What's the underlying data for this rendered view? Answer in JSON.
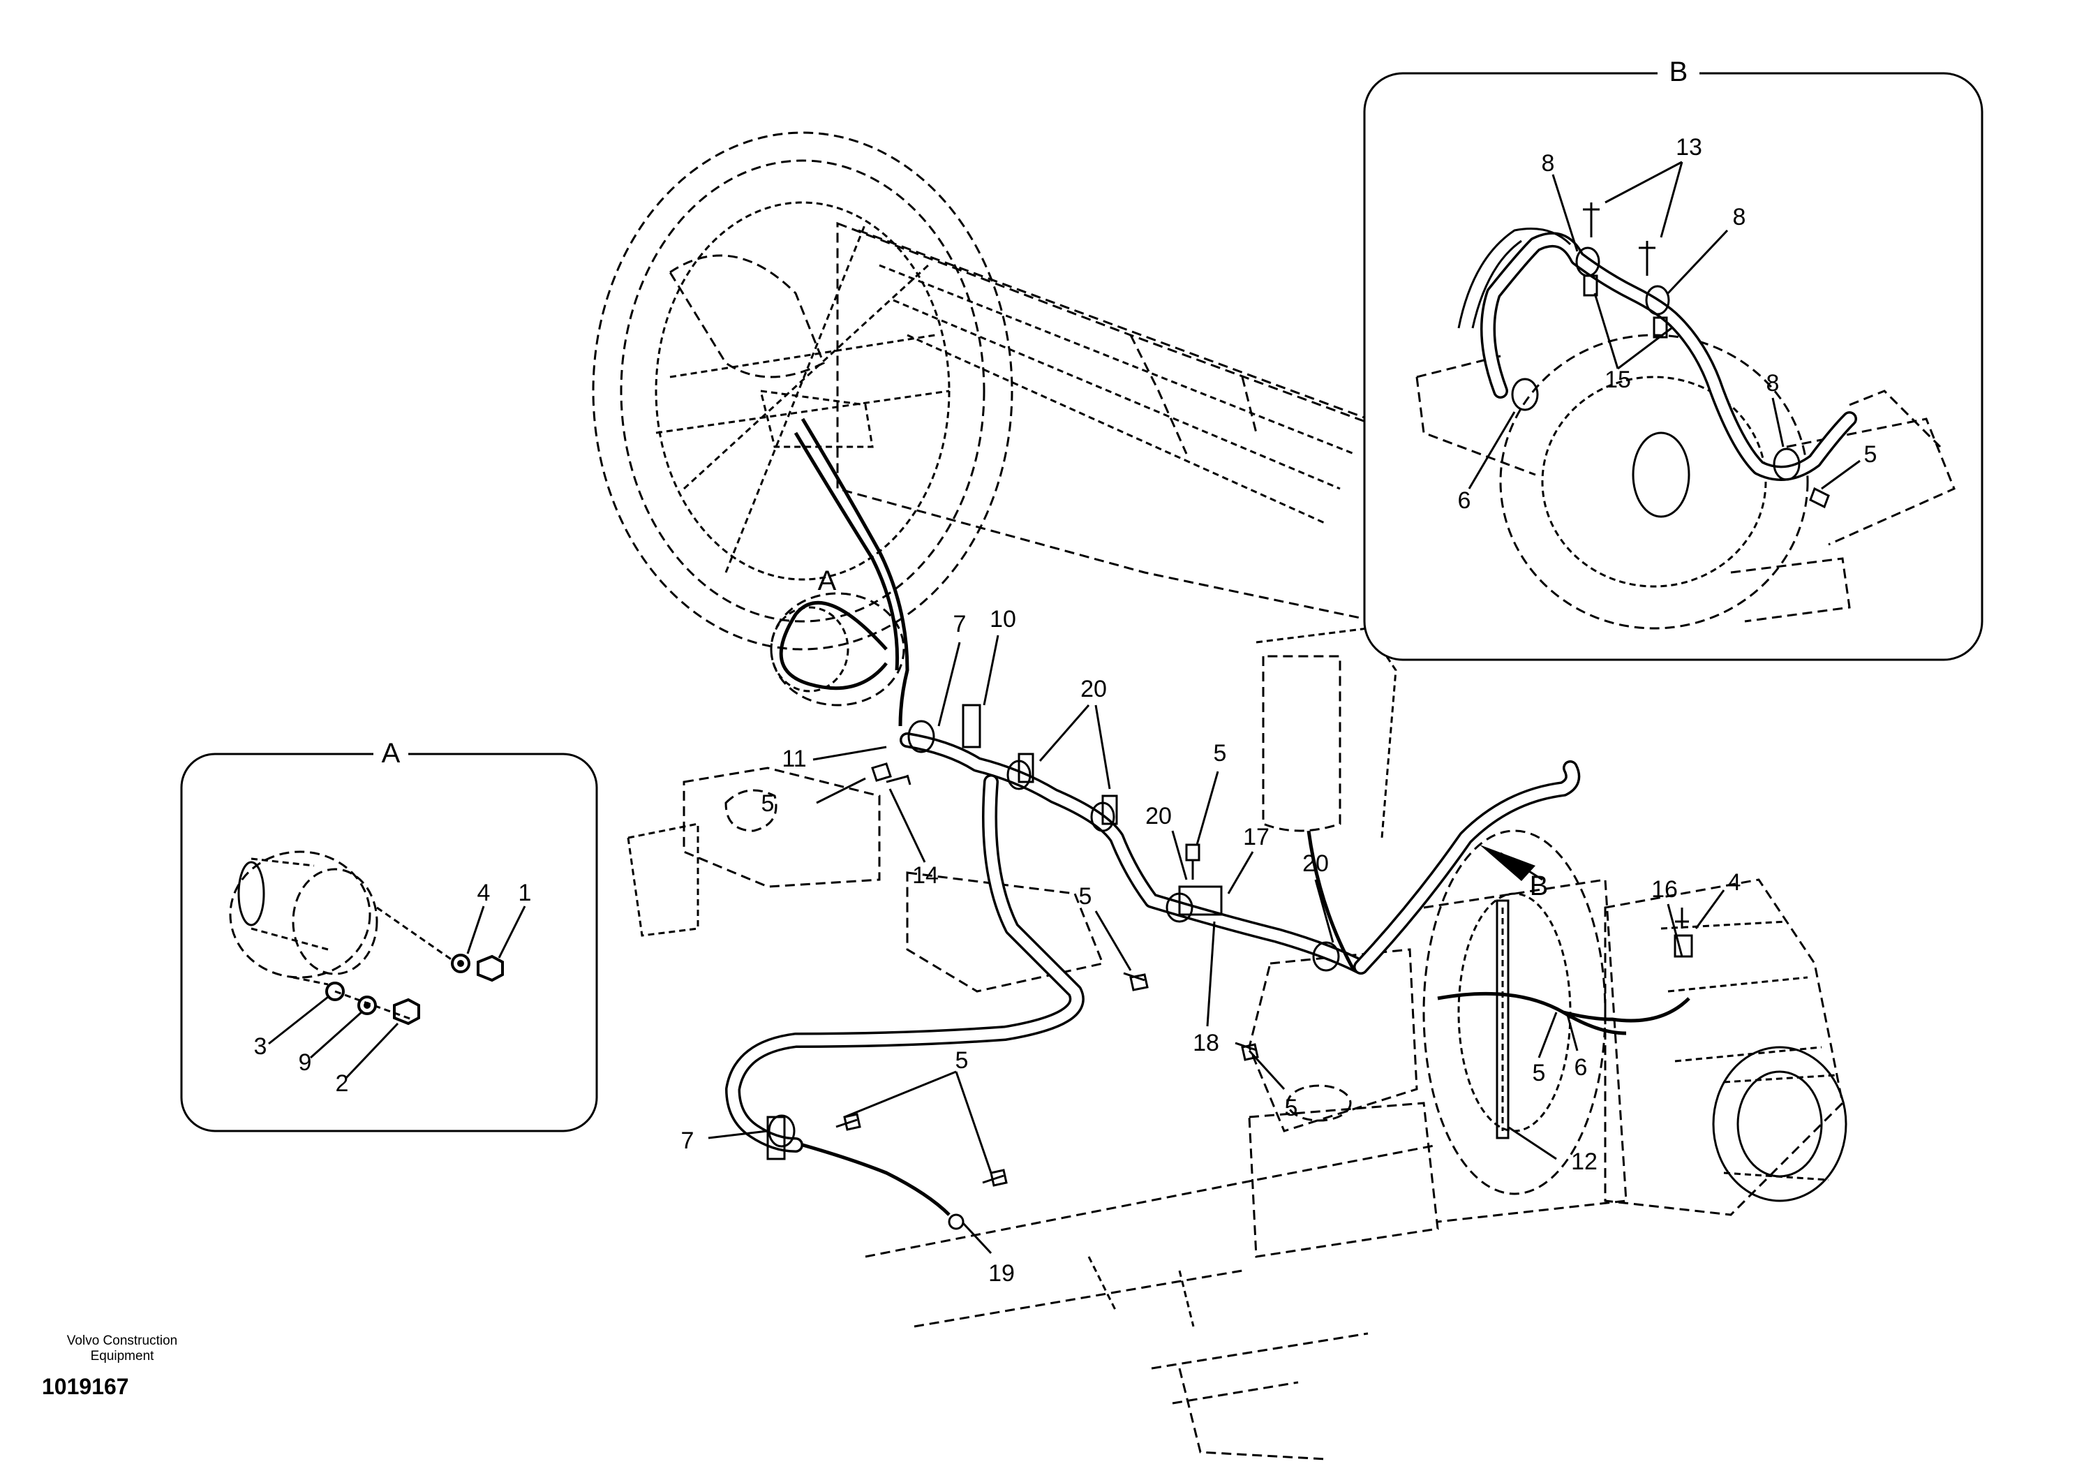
{
  "footer": {
    "company_line1": "Volvo Construction",
    "company_line2": "Equipment",
    "drawing_number": "1019167"
  },
  "detail_a": {
    "title": "A",
    "callouts": {
      "c4": "4",
      "c1": "1",
      "c3": "3",
      "c9": "9",
      "c2": "2"
    }
  },
  "detail_b": {
    "title": "B",
    "callouts": {
      "c13": "13",
      "c8a": "8",
      "c8b": "8",
      "c8c": "8",
      "c15": "15",
      "c6": "6",
      "c5": "5"
    }
  },
  "main": {
    "view_a_marker": "A",
    "view_b_marker": "B",
    "callouts": {
      "c7a": "7",
      "c10": "10",
      "c20a": "20",
      "c11": "11",
      "c5a": "5",
      "c14": "14",
      "c5b": "5",
      "c20b": "20",
      "c17": "17",
      "c20c": "20",
      "c5c": "5",
      "c18": "18",
      "c16": "16",
      "c4": "4",
      "c5d": "5",
      "c6": "6",
      "c5e": "5",
      "c12": "12",
      "c7b": "7",
      "c5f": "5",
      "c19": "19"
    }
  }
}
